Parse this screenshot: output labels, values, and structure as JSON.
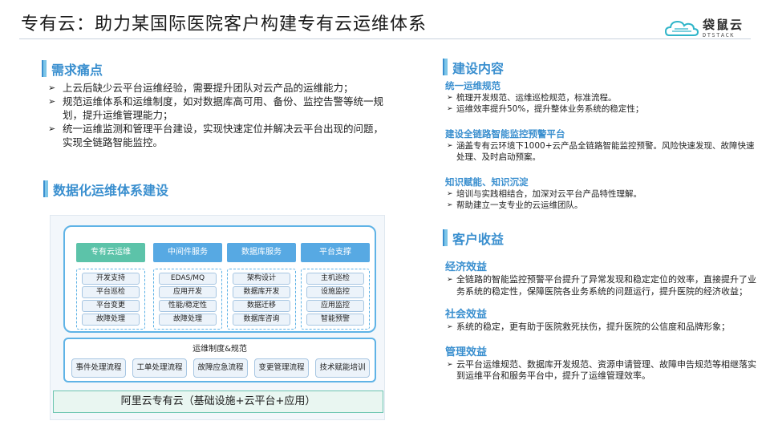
{
  "header": {
    "title": "专有云：助力某国际医院客户构建专有云运维体系",
    "logo_name": "袋鼠云",
    "logo_sub": "DTSTACK"
  },
  "pain_points": {
    "heading": "需求痛点",
    "items": [
      "上云后缺少云平台运维经验，需要提升团队对云产品的运维能力；",
      "规范运维体系和运维制度，如对数据库高可用、备份、监控告警等统一规划，提升运维管理能力；",
      "统一运维监测和管理平台建设，实现快速定位并解决云平台出现的问题，实现全链路智能监控。"
    ]
  },
  "system_build": {
    "heading": "数据化运维体系建设"
  },
  "diagram": {
    "columns": [
      {
        "title": "专有云运维",
        "color": "#5cc3a9",
        "items": [
          "开发支持",
          "平台巡检",
          "平台变更",
          "故障处理"
        ]
      },
      {
        "title": "中间件服务",
        "color": "#57a9e3",
        "items": [
          "EDAS/MQ",
          "应用开发",
          "性能/稳定性",
          "故障处理"
        ]
      },
      {
        "title": "数据库服务",
        "color": "#57a9e3",
        "items": [
          "架构设计",
          "数据库开发",
          "数据迁移",
          "数据库咨询"
        ]
      },
      {
        "title": "平台支撑",
        "color": "#57a9e3",
        "items": [
          "主机巡检",
          "设施监控",
          "应用监控",
          "智能预警"
        ]
      }
    ],
    "middle": {
      "title": "运维制度&规范",
      "items": [
        "事件处理流程",
        "工单处理流程",
        "故障应急流程",
        "变更管理流程",
        "技术赋能培训"
      ]
    },
    "base": "阿里云专有云（基础设施+云平台+应用）"
  },
  "build_content": {
    "heading": "建设内容",
    "groups": [
      {
        "title": "统一运维规范",
        "items": [
          "梳理开发规范、运维巡检规范，标准流程。",
          "运维效率提升50%，提升整体业务系统的稳定性；"
        ]
      },
      {
        "title": "建设全链路智能监控预警平台",
        "items": [
          "涵盖专有云环境下1000+云产品全链路智能监控预警。风险快速发现、故障快速处理、及时启动预案。"
        ]
      },
      {
        "title": "知识赋能、知识沉淀",
        "items": [
          "培训与实践相结合，加深对云平台产品特性理解。",
          "帮助建立一支专业的云运维团队。"
        ]
      }
    ]
  },
  "benefits": {
    "heading": "客户收益",
    "groups": [
      {
        "title": "经济效益",
        "items": [
          "全链路的智能监控预警平台提升了异常发现和稳定定位的效率，直接提升了业务系统的稳定性，保障医院各业务系统的问题运行，提升医院的经济收益；"
        ]
      },
      {
        "title": "社会效益",
        "items": [
          "系统的稳定，更有助于医院救死扶伤，提升医院的公信度和品牌形象；"
        ]
      },
      {
        "title": "管理效益",
        "items": [
          "云平台运维规范、数据库开发规范、资源申请管理、故障申告规范等相继落实到运维平台和服务平台中，提升了运维管理效率。"
        ]
      }
    ]
  },
  "colors": {
    "accent": "#3a8fcf",
    "teal": "#5cc3a9",
    "blue": "#57a9e3"
  }
}
